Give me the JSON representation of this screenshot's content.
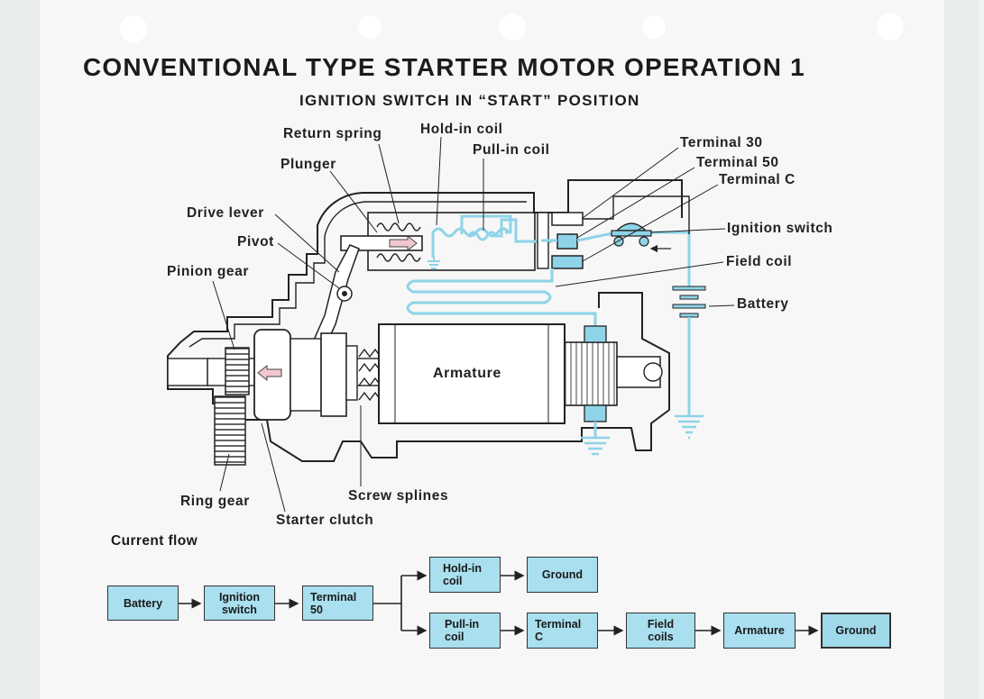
{
  "title": "CONVENTIONAL TYPE STARTER MOTOR OPERATION 1",
  "subtitle": "IGNITION SWITCH IN “START” POSITION",
  "labels": {
    "return_spring": "Return spring",
    "hold_in_coil": "Hold-in coil",
    "pull_in_coil": "Pull-in coil",
    "plunger": "Plunger",
    "drive_lever": "Drive lever",
    "pivot": "Pivot",
    "pinion_gear": "Pinion gear",
    "terminal_30": "Terminal 30",
    "terminal_50": "Terminal 50",
    "terminal_c": "Terminal C",
    "ignition_switch": "Ignition switch",
    "field_coil": "Field coil",
    "battery": "Battery",
    "armature": "Armature",
    "ring_gear": "Ring gear",
    "screw_splines": "Screw splines",
    "starter_clutch": "Starter clutch"
  },
  "current_flow": {
    "heading": "Current flow",
    "battery": "Battery",
    "ignition_switch": "Ignition switch",
    "terminal_50": "Terminal 50",
    "hold_in_coil": "Hold-in coil",
    "ground_1": "Ground",
    "pull_in_coil": "Pull-in coil",
    "terminal_c": "Terminal C",
    "field_coils": "Field coils",
    "armature": "Armature",
    "ground_2": "Ground"
  },
  "colors": {
    "current_blue": "#8fd3e8",
    "box_fill": "#a9dfee",
    "ink": "#222222"
  }
}
